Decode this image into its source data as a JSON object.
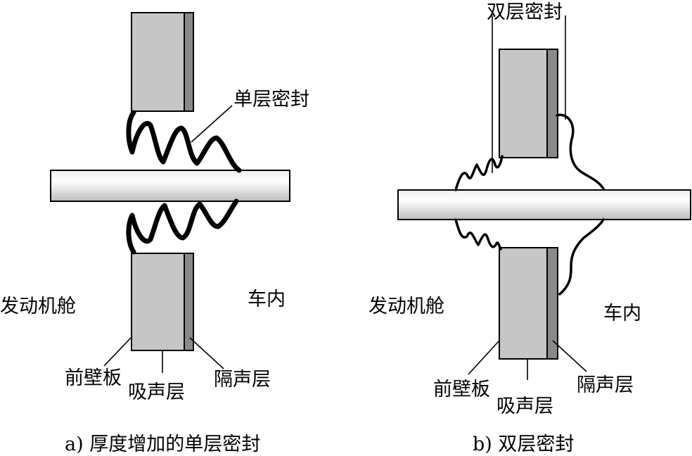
{
  "diagram_a": {
    "seal_label": "单层密封",
    "left_side": "发动机舱",
    "right_side": "车内",
    "front_wall": "前壁板",
    "absorber": "吸声层",
    "insulation": "隔声层",
    "caption": "a) 厚度增加的单层密封"
  },
  "diagram_b": {
    "seal_label": "双层密封",
    "left_side": "发动机舱",
    "right_side": "车内",
    "front_wall": "前壁板",
    "absorber": "吸声层",
    "insulation": "隔声层",
    "caption": "b) 双层密封"
  }
}
